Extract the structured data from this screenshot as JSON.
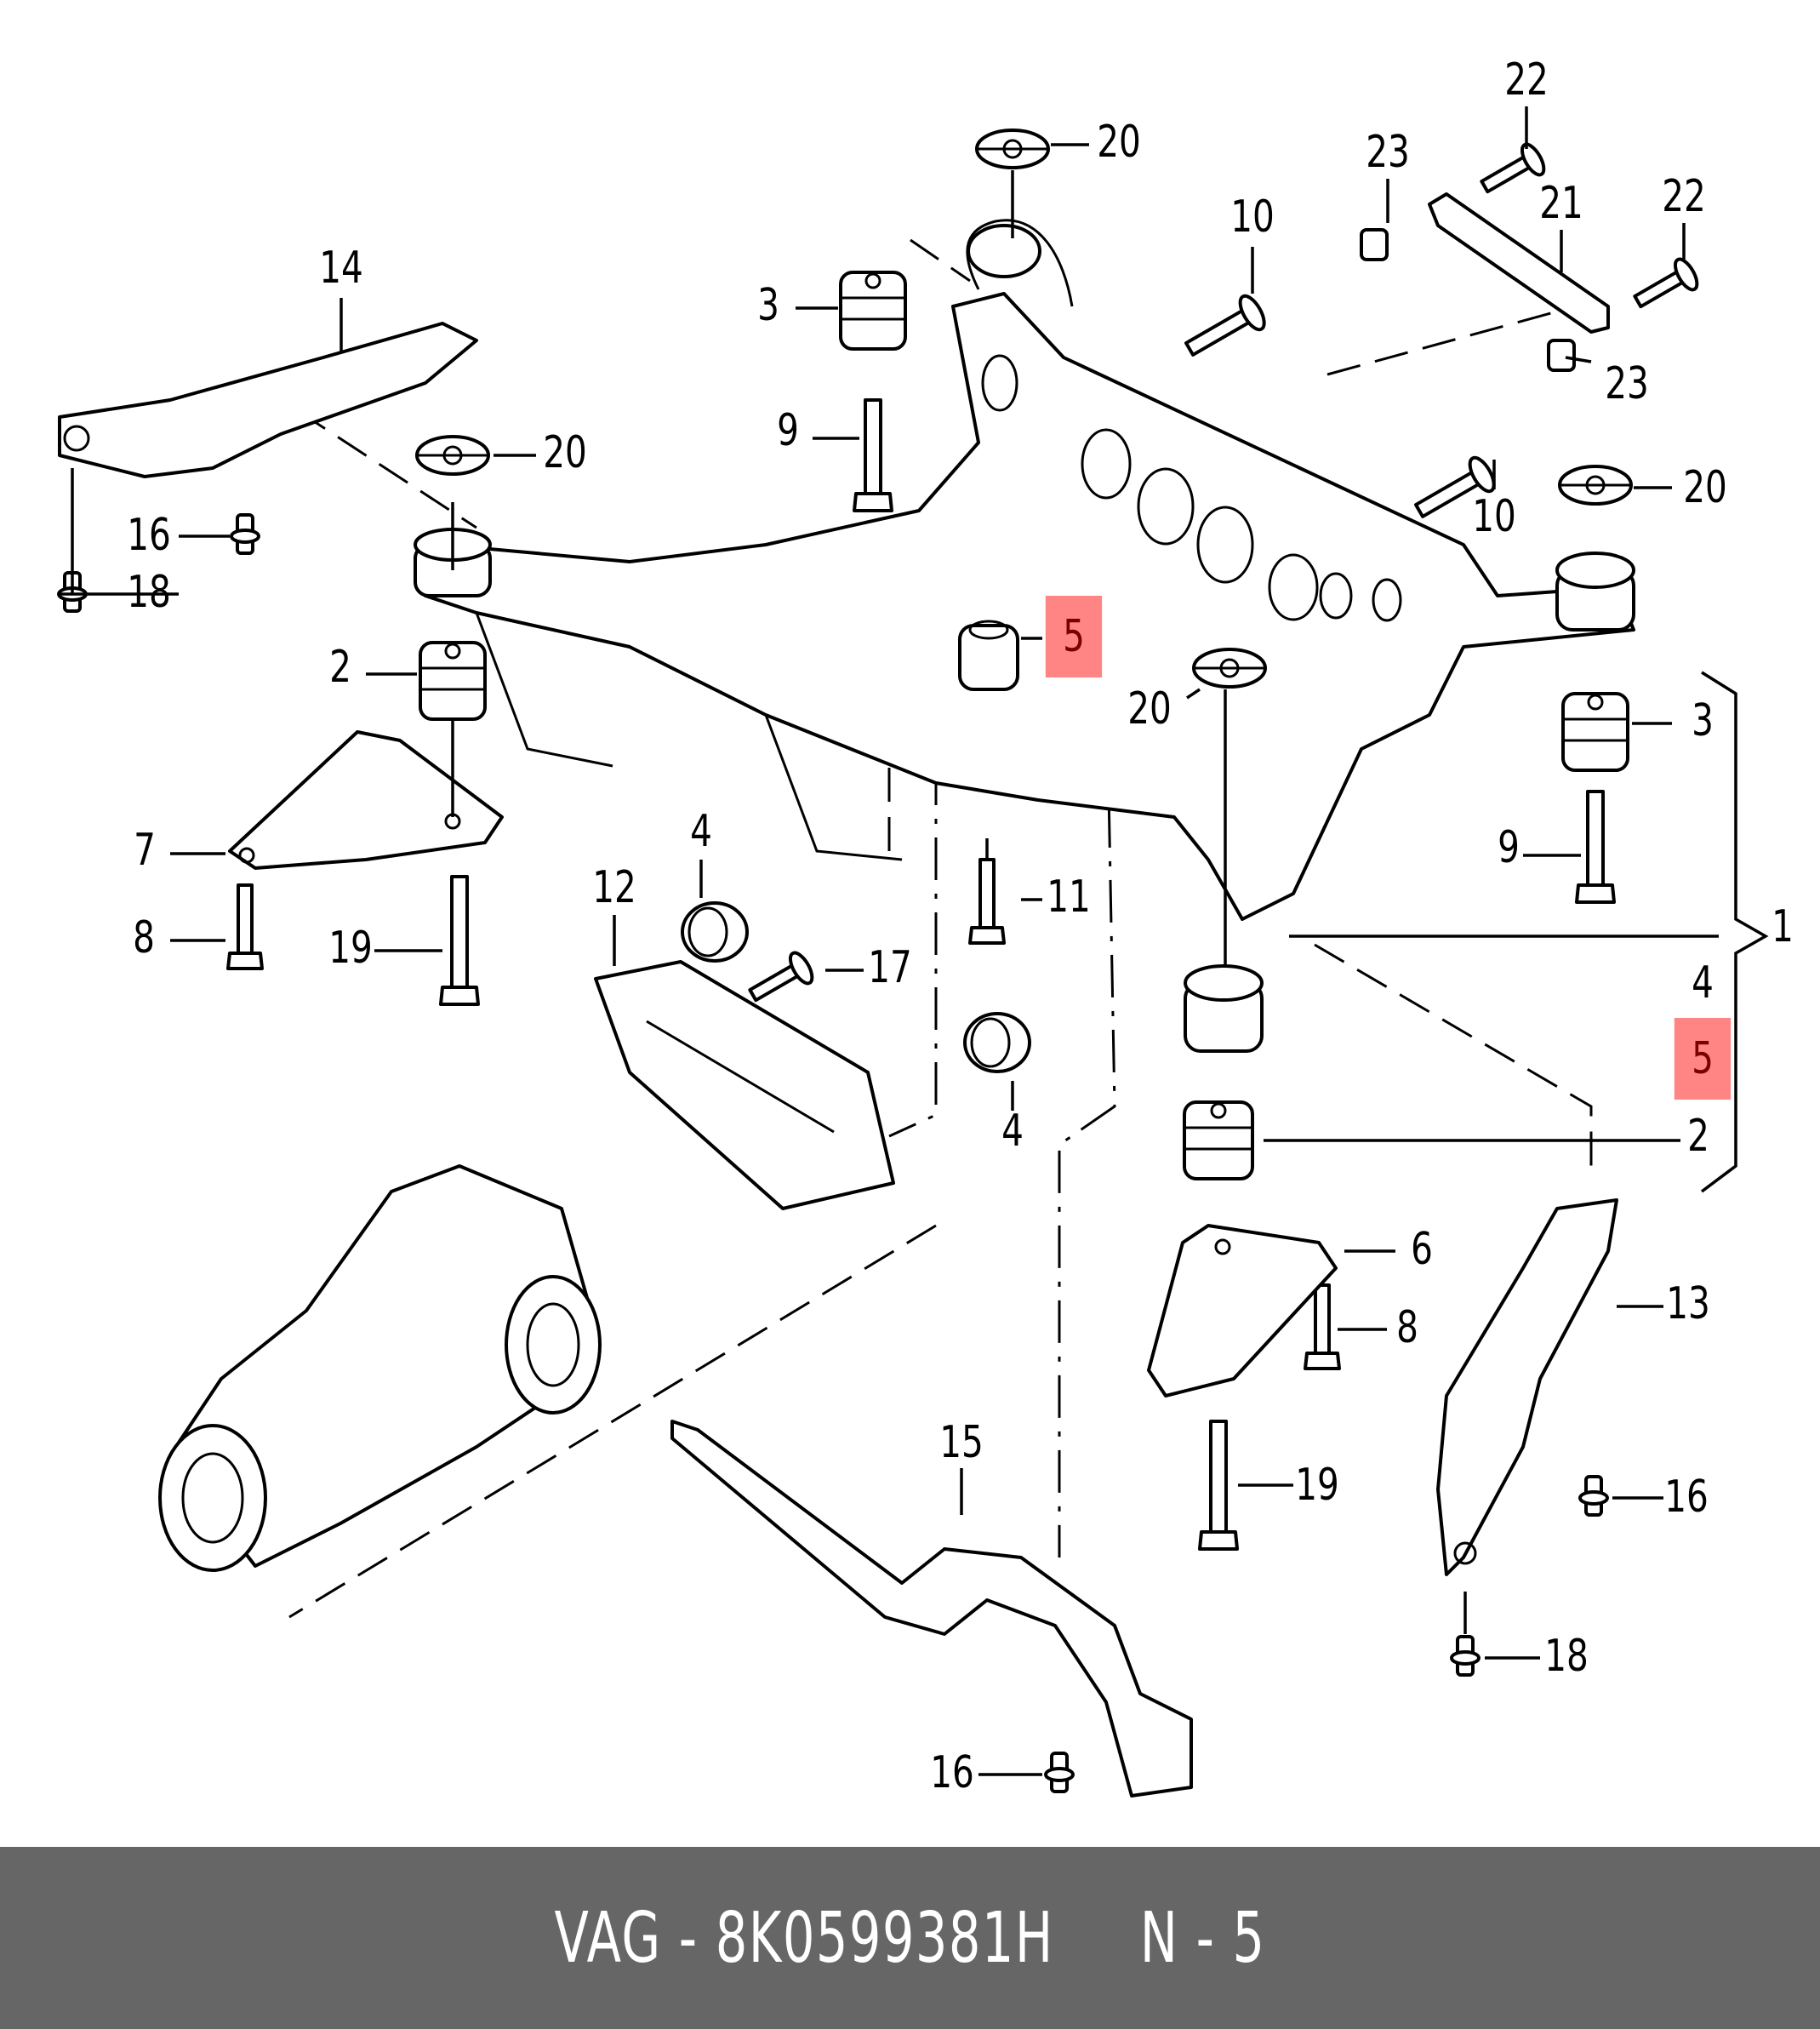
{
  "diagram": {
    "title": "Rear axle subframe assembly exploded view",
    "highlight_color": "#ff5050",
    "highlighted_part": "5",
    "callouts": [
      {
        "id": "c22a",
        "label": "22"
      },
      {
        "id": "c23a",
        "label": "23"
      },
      {
        "id": "c21",
        "label": "21"
      },
      {
        "id": "c22b",
        "label": "22"
      },
      {
        "id": "c20a",
        "label": "20"
      },
      {
        "id": "c10a",
        "label": "10"
      },
      {
        "id": "c14",
        "label": "14"
      },
      {
        "id": "c3a",
        "label": "3"
      },
      {
        "id": "c23b",
        "label": "23"
      },
      {
        "id": "c9a",
        "label": "9"
      },
      {
        "id": "c20b",
        "label": "20"
      },
      {
        "id": "c16a",
        "label": "16"
      },
      {
        "id": "c20c",
        "label": "20"
      },
      {
        "id": "c10b",
        "label": "10"
      },
      {
        "id": "c18a",
        "label": "18"
      },
      {
        "id": "c2a",
        "label": "2"
      },
      {
        "id": "c5a",
        "label": "5"
      },
      {
        "id": "c20d",
        "label": "20"
      },
      {
        "id": "c3b",
        "label": "3"
      },
      {
        "id": "c4a",
        "label": "4"
      },
      {
        "id": "c7",
        "label": "7"
      },
      {
        "id": "c9b",
        "label": "9"
      },
      {
        "id": "c12",
        "label": "12"
      },
      {
        "id": "c11",
        "label": "11"
      },
      {
        "id": "c1",
        "label": "1"
      },
      {
        "id": "c8a",
        "label": "8"
      },
      {
        "id": "c19a",
        "label": "19"
      },
      {
        "id": "c17",
        "label": "17"
      },
      {
        "id": "c4b",
        "label": "4"
      },
      {
        "id": "c5b",
        "label": "5"
      },
      {
        "id": "c4c",
        "label": "4"
      },
      {
        "id": "c2b",
        "label": "2"
      },
      {
        "id": "c6",
        "label": "6"
      },
      {
        "id": "c13",
        "label": "13"
      },
      {
        "id": "c8b",
        "label": "8"
      },
      {
        "id": "c15",
        "label": "15"
      },
      {
        "id": "c19b",
        "label": "19"
      },
      {
        "id": "c16b",
        "label": "16"
      },
      {
        "id": "c18b",
        "label": "18"
      },
      {
        "id": "c16c",
        "label": "16"
      }
    ]
  },
  "footer": {
    "text": "VAG - 8K0599381H     N - 5"
  }
}
